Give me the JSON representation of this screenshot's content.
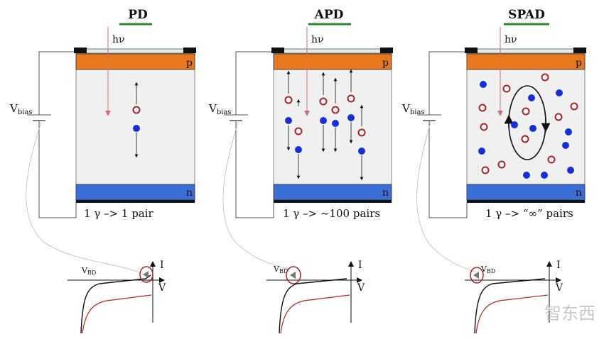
{
  "panels": [
    {
      "title": "PD",
      "photon_label": "hν",
      "p_label": "p",
      "n_label": "n",
      "bias_label": "V",
      "bias_sub": "bias",
      "caption": "1 γ –> 1 pair",
      "iv_i_label": "I",
      "iv_v_label": "V",
      "vbd_label": "V",
      "vbd_sub": "BD"
    },
    {
      "title": "APD",
      "photon_label": "hν",
      "p_label": "p",
      "n_label": "n",
      "bias_label": "V",
      "bias_sub": "bias",
      "caption": "1 γ –> ~100 pairs",
      "iv_i_label": "I",
      "iv_v_label": "V",
      "vbd_label": "V",
      "vbd_sub": "BD"
    },
    {
      "title": "SPAD",
      "photon_label": "hν",
      "p_label": "p",
      "n_label": "n",
      "bias_label": "V",
      "bias_sub": "bias",
      "caption": "1 γ –> “∞” pairs",
      "iv_i_label": "I",
      "iv_v_label": "V",
      "vbd_label": "V",
      "vbd_sub": "BD"
    }
  ],
  "watermark": "智东西",
  "colors": {
    "p_layer": "#e8781e",
    "n_layer": "#3a6fd8",
    "body": "#f0f0f0",
    "title_underline": "#2a8a2a",
    "hole": "#b02020",
    "electron": "#1530d8",
    "photon": "#d07070",
    "iv_black": "#111111",
    "iv_red": "#c02020"
  }
}
